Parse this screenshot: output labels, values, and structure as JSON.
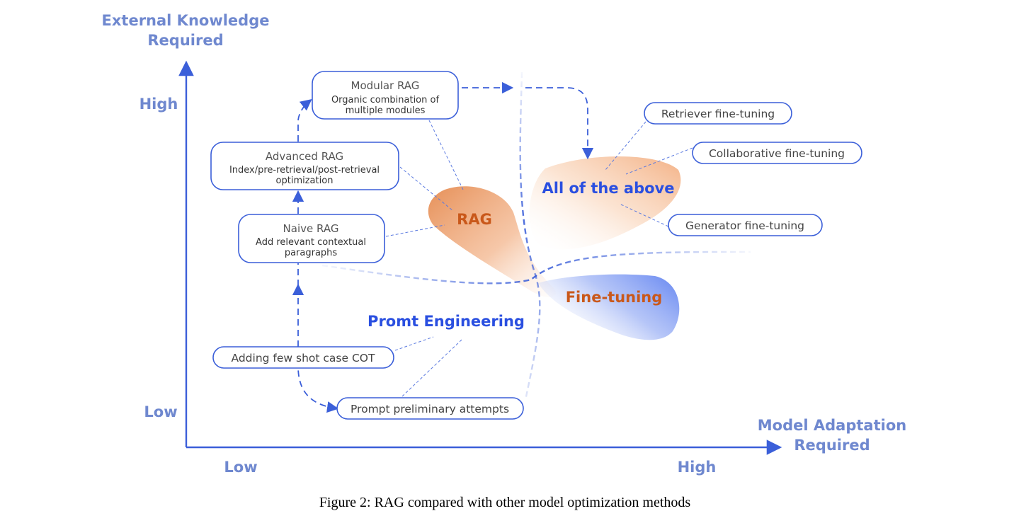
{
  "axes": {
    "y_title_line1": "External Knowledge",
    "y_title_line2": "Required",
    "x_title_line1": "Model Adaptation",
    "x_title_line2": "Required",
    "y_high": "High",
    "y_low": "Low",
    "x_low": "Low",
    "x_high": "High"
  },
  "boxes": {
    "modular": {
      "title": "Modular RAG",
      "desc1": "Organic combination of",
      "desc2": "multiple modules"
    },
    "advanced": {
      "title": "Advanced RAG",
      "desc1": "Index/pre-retrieval/post-retrieval",
      "desc2": "optimization"
    },
    "naive": {
      "title": "Naive RAG",
      "desc1": "Add relevant contextual",
      "desc2": "paragraphs"
    }
  },
  "pills": {
    "few_shot": "Adding few shot case COT",
    "preliminary": "Prompt preliminary attempts",
    "retriever": "Retriever fine-tuning",
    "collaborative": "Collaborative fine-tuning",
    "generator": "Generator fine-tuning"
  },
  "regions": {
    "rag": "RAG",
    "fine_tuning": "Fine-tuning",
    "prompt_engineering": "Promt Engineering",
    "all_above": "All of the above"
  },
  "colors": {
    "accent_blue": "#3b5fd9",
    "axis_label": "#6f88cf",
    "orange": "#c9581a",
    "region_blue": "#2a4fe0"
  },
  "caption": "Figure 2: RAG compared with other model optimization methods"
}
